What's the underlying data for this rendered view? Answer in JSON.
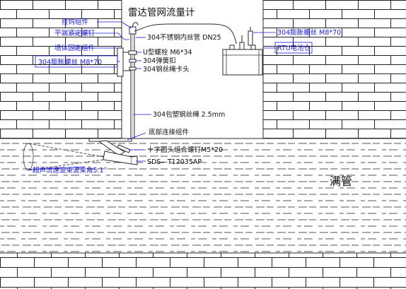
{
  "title": "雷达管网流量计",
  "water_label": "满管",
  "labels": {
    "hook": "挂钩组件",
    "end_screw": "平端紧定螺钉",
    "wall_mount": "墙体固定组件",
    "expansion_left": "304膨胀螺丝 M8*70",
    "ss_tube": "304不锈钢内丝管 DN25",
    "u_bolt": "U型螺栓 M6*34",
    "spring_clip": "304弹簧扣",
    "wire_clamp": "304钢丝绳卡头",
    "coated_wire": "304包塑钢丝绳 2.5mm",
    "bottom_assy": "底部连接组件",
    "cross_screw": "十字圆头组合螺钉M5*20",
    "sensor_model": "SDS—T12035AP",
    "beam_angle": "超声流速波束波束角5.1°",
    "expansion_right": "304膨胀螺丝 M8*70",
    "rtu": "RTU电池仓"
  },
  "icons": [
    "rtu-battery-box-icon",
    "antenna-icon",
    "sensor-probe-icon"
  ]
}
